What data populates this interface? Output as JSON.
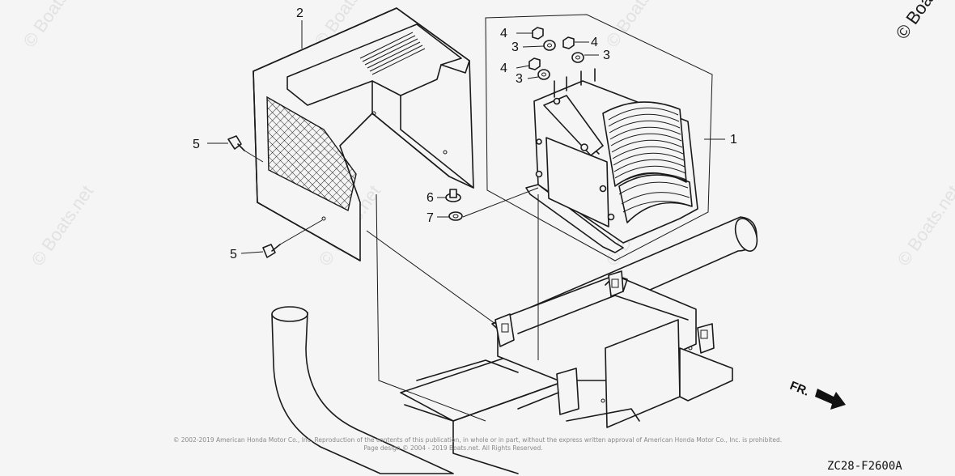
{
  "diagram": {
    "callouts": {
      "c1": "1",
      "c2": "2",
      "c3a": "3",
      "c3b": "3",
      "c3c": "3",
      "c4a": "4",
      "c4b": "4",
      "c4c": "4",
      "c5a": "5",
      "c5b": "5",
      "c6": "6",
      "c7": "7"
    },
    "direction_label": "FR.",
    "figure_code": "ZC28-F2600A",
    "copyright_line1": "© 2002-2019 American Honda Motor Co., Inc. Reproduction of the contents of this publication, in whole or in part, without the express written approval of American Honda Motor Co., Inc. is prohibited.",
    "copyright_line2": "Page design © 2004 - 2019 Boats.net. All Rights Reserved.",
    "watermark": "© Boats.net",
    "colors": {
      "background": "#f5f5f5",
      "ink": "#1a1a1a",
      "watermark": "#e2e2e2"
    }
  }
}
